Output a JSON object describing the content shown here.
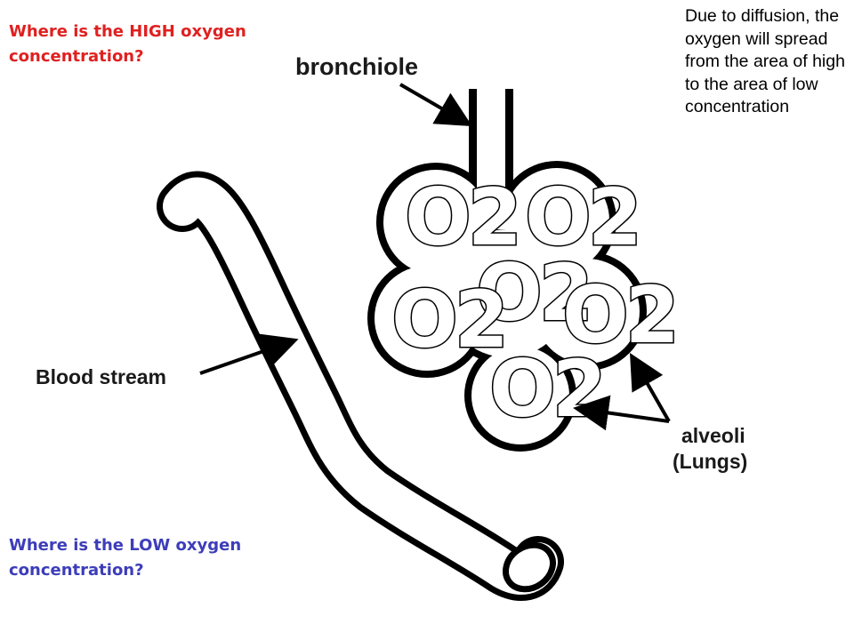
{
  "questions": {
    "high": "Where is the HIGH oxygen concentration?",
    "low": "Where is the LOW oxygen concentration?"
  },
  "note": "Due to diffusion, the oxygen will spread from the area of high to the area of low concentration",
  "labels": {
    "bronchiole": "bronchiole",
    "blood_stream": "Blood stream",
    "alveoli_line1": "alveoli",
    "alveoli_line2": "(Lungs)"
  },
  "molecules": [
    "O2",
    "O2",
    "O2",
    "O2",
    "O2",
    "O2"
  ]
}
